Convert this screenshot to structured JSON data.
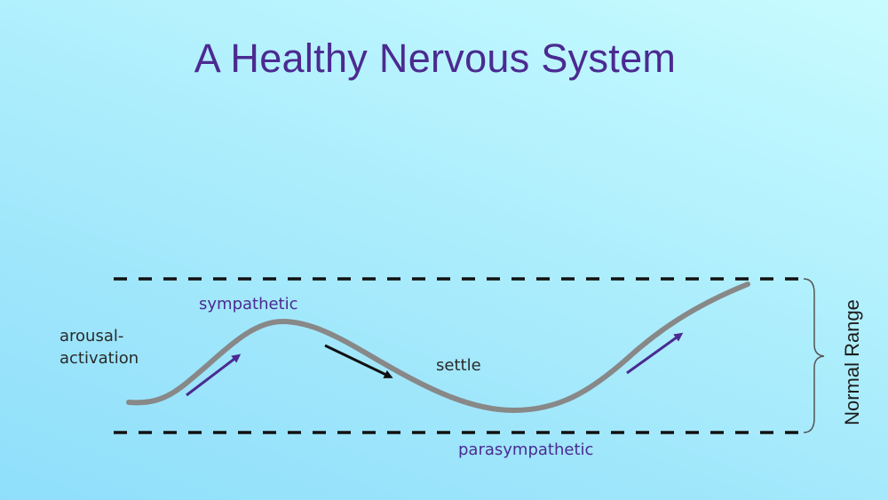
{
  "slide": {
    "title": "A Healthy Nervous System",
    "background_gradient": [
      "#c8fbff",
      "#8fdffb"
    ],
    "title_color": "#4b2a91"
  },
  "labels": {
    "arousal_line1": "arousal-",
    "arousal_line2": "activation",
    "sympathetic": "sympathetic",
    "settle": "settle",
    "parasympathetic": "parasympathetic",
    "normal_range": "Normal Range"
  },
  "colors": {
    "curve": "#888888",
    "dashed_bounds": "#111111",
    "arrow_up": "#4b2a91",
    "arrow_down": "#111111",
    "label_purple": "#4b2a91",
    "label_dark": "#2a2a2a"
  },
  "diagram": {
    "upper_bound_label": "Normal Range upper limit (dashed)",
    "lower_bound_label": "Normal Range lower limit (dashed)",
    "arrows": [
      {
        "direction": "up",
        "meaning": "sympathetic activation",
        "color": "#4b2a91"
      },
      {
        "direction": "down",
        "meaning": "settle",
        "color": "#111111"
      },
      {
        "direction": "up",
        "meaning": "activation",
        "color": "#4b2a91"
      }
    ]
  }
}
